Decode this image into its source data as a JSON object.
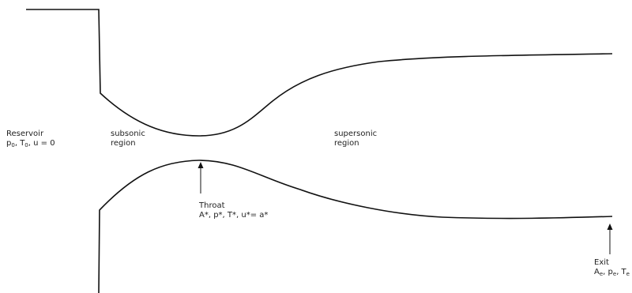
{
  "reservoir": {
    "title": "Reservoir",
    "line2": {
      "p": "p",
      "p_sub": "0",
      "sep1": ", ",
      "T": "T",
      "T_sub": "0",
      "rest": ", u = 0"
    }
  },
  "subsonic": {
    "line1": "subsonic",
    "line2": "region"
  },
  "supersonic": {
    "line1": "supersonic",
    "line2": "region"
  },
  "throat": {
    "title": "Throat",
    "line2": "A*, p*, T*, u*= a*"
  },
  "exit": {
    "title": "Exit",
    "line2": {
      "A": "A",
      "A_sub": "e",
      "sep1": ", ",
      "p": "p",
      "p_sub": "e",
      "sep2": ", ",
      "T": "T",
      "T_sub": "e"
    }
  },
  "colors": {
    "stroke": "#111111",
    "text": "#222222",
    "background": "#ffffff"
  }
}
